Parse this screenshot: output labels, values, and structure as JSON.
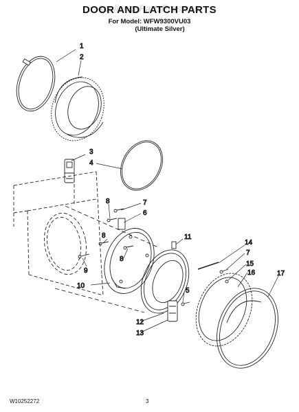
{
  "header": {
    "watermark": "AppliancePartsPros.com",
    "title": "DOOR AND LATCH PARTS",
    "model_line": "For Model: WFW9300VU03",
    "variant_line": "(Ultimate Silver)"
  },
  "footer": {
    "doc_number": "W10252272",
    "page_number": "3"
  },
  "callouts": [
    {
      "id": "c1",
      "label": "1"
    },
    {
      "id": "c2",
      "label": "2"
    },
    {
      "id": "c3",
      "label": "3"
    },
    {
      "id": "c4",
      "label": "4"
    },
    {
      "id": "c5",
      "label": "5"
    },
    {
      "id": "c6",
      "label": "6"
    },
    {
      "id": "c7a",
      "label": "7"
    },
    {
      "id": "c7b",
      "label": "7"
    },
    {
      "id": "c8a",
      "label": "8"
    },
    {
      "id": "c8b",
      "label": "8"
    },
    {
      "id": "c8c",
      "label": "8"
    },
    {
      "id": "c9",
      "label": "9"
    },
    {
      "id": "c10",
      "label": "10"
    },
    {
      "id": "c11",
      "label": "11"
    },
    {
      "id": "c12",
      "label": "12"
    },
    {
      "id": "c13",
      "label": "13"
    },
    {
      "id": "c14",
      "label": "14"
    },
    {
      "id": "c15",
      "label": "15"
    },
    {
      "id": "c16",
      "label": "16"
    },
    {
      "id": "c17",
      "label": "17"
    }
  ]
}
